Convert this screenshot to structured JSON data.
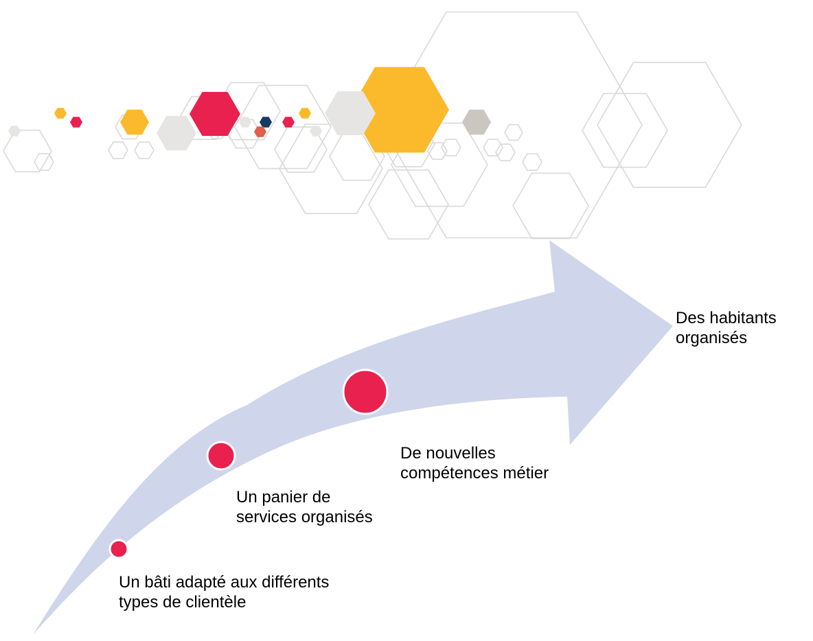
{
  "colors": {
    "arrow": "#cfd5ea",
    "marker": "#e8214f",
    "marker_border": "#ffffff",
    "hex_outline": "#d9d9d9",
    "hex_yellow": "#fbb92c",
    "hex_pink": "#e8214f",
    "hex_grey": "#e6e5e3",
    "hex_dark_grey": "#cbc6c0",
    "hex_navy": "#163a66",
    "hex_orange": "#e0604a",
    "text": "#000000"
  },
  "milestones": [
    {
      "name": "bati",
      "lines": [
        "Un bâti adapté aux différents",
        "types de clientèle"
      ]
    },
    {
      "name": "panier",
      "lines": [
        "Un panier de",
        "services organisés"
      ]
    },
    {
      "name": "competences",
      "lines": [
        "De nouvelles",
        "compétences métier"
      ]
    },
    {
      "name": "habitants",
      "lines": [
        "Des habitants",
        "organisés"
      ]
    }
  ]
}
